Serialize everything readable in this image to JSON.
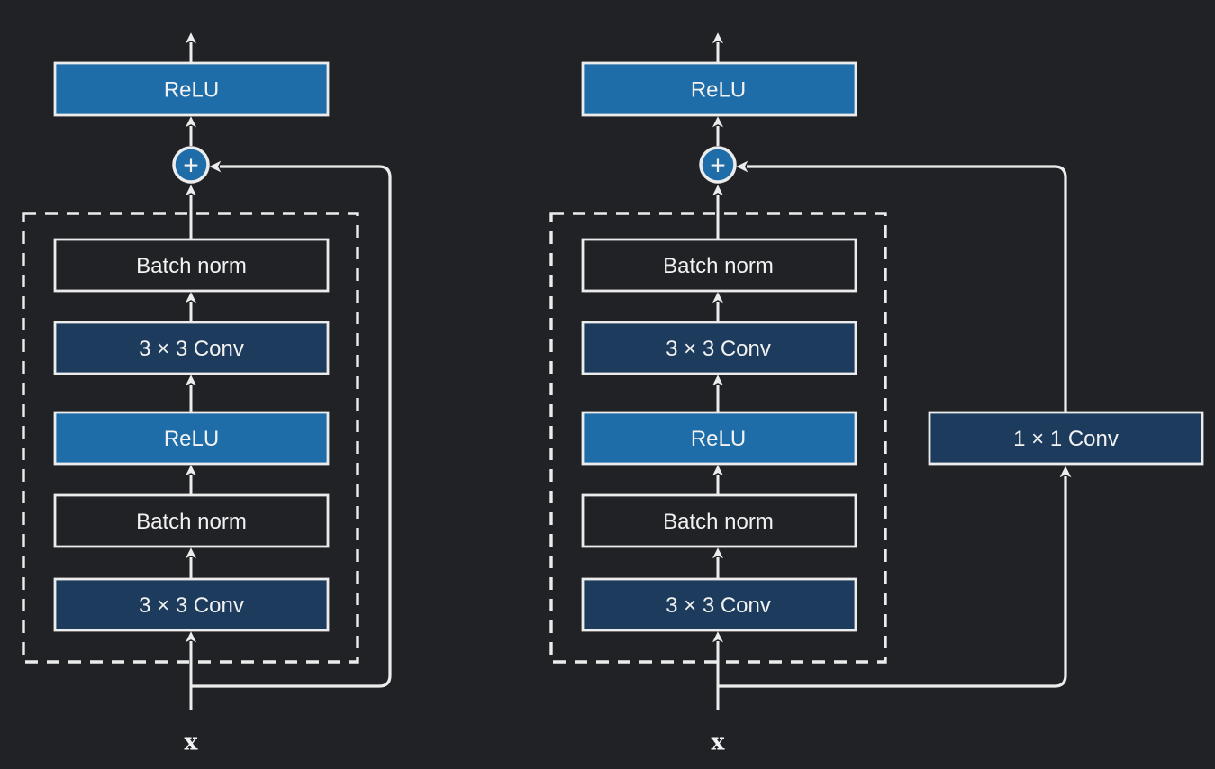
{
  "figure": {
    "type": "diagram",
    "subject": "residual-blocks",
    "colors": {
      "background": "#212226",
      "relu_fill": "#1e6ca8",
      "conv_fill": "#1d3b5c",
      "line": "#ececec",
      "text": "#f2f2f2"
    },
    "diagrams": [
      {
        "name": "residual-block-identity-skip",
        "output_box": "ReLU",
        "add_symbol": "+",
        "inner_boxes": [
          "Batch norm",
          "3 × 3 Conv",
          "ReLU",
          "Batch norm",
          "3 × 3 Conv"
        ],
        "input_label": "x"
      },
      {
        "name": "residual-block-projection-skip",
        "output_box": "ReLU",
        "add_symbol": "+",
        "inner_boxes": [
          "Batch norm",
          "3 × 3 Conv",
          "ReLU",
          "Batch norm",
          "3 × 3 Conv"
        ],
        "skip_box": "1 × 1 Conv",
        "input_label": "x"
      }
    ]
  }
}
